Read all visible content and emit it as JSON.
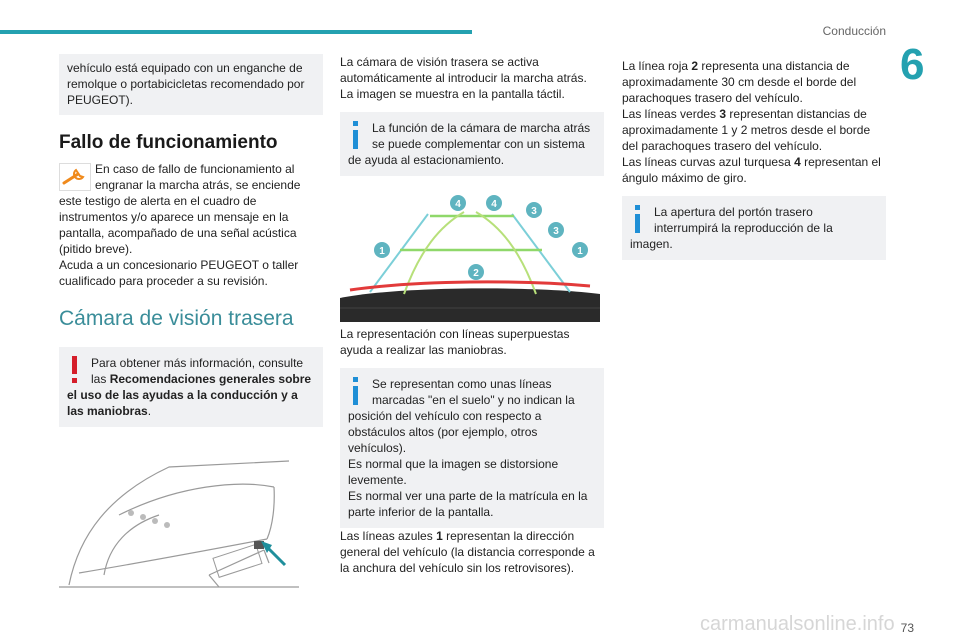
{
  "header": {
    "section_title": "Conducción",
    "chapter_number": "6",
    "page_number": "73"
  },
  "col1": {
    "intro_box_lines": [
      "vehículo está equipado con un enganche de",
      "remolque o portabicicletas recomendado por",
      "PEUGEOT)."
    ],
    "fallo_heading": "Fallo de funcionamiento",
    "fallo_lines": [
      "En caso de fallo de funcionamiento al",
      "engranar la marcha atrás, se enciende",
      "este testigo de alerta en el cuadro de",
      "instrumentos y/o aparece un mensaje en la",
      "pantalla, acompañado de una señal acústica",
      "(pitido breve).",
      "Acuda a un concesionario PEUGEOT o taller",
      "cualificado para proceder a su revisión."
    ],
    "camara_heading": "Cámara de visión trasera",
    "warn_line1": "Para obtener más información, consulte",
    "warn_line2_pre": "las ",
    "warn_line2_bold": "Recomendaciones generales sobre",
    "warn_line3_bold": "el uso de las ayudas a la conducción y a",
    "warn_line4_bold": "las maniobras",
    "warn_line4_post": "."
  },
  "col2": {
    "intro_lines": [
      "La cámara de visión trasera se activa",
      "automáticamente al introducir la marcha atrás.",
      "La imagen se muestra en la pantalla táctil."
    ],
    "info1_lines": [
      "La función de la cámara de marcha atrás",
      "se puede complementar con un sistema",
      "de ayuda al estacionamiento."
    ],
    "diagram_labels": [
      "4",
      "4",
      "3",
      "3",
      "1",
      "1",
      "2"
    ],
    "caption_lines": [
      "La representación con líneas superpuestas",
      "ayuda a realizar las maniobras."
    ],
    "info2_lines": [
      "Se representan como unas líneas",
      "marcadas \"en el suelo\" y no indican la",
      "posición del vehículo con respecto a",
      "obstáculos altos (por ejemplo, otros",
      "vehículos).",
      "Es normal que la imagen se distorsione",
      "levemente.",
      "Es normal ver una parte de la matrícula en la",
      "parte inferior de la pantalla."
    ],
    "blue_line1_pre": "Las líneas azules ",
    "blue_line1_bold": "1",
    "blue_line1_post": " representan la dirección",
    "blue_lines_rest": [
      "general del vehículo (la distancia corresponde a",
      "la anchura del vehículo sin los retrovisores)."
    ]
  },
  "col3": {
    "red_pre": "La línea roja ",
    "red_bold": "2",
    "red_post": " representa una distancia de",
    "red_rest": [
      "aproximadamente 30 cm desde el borde del",
      "parachoques trasero del vehículo."
    ],
    "green_pre": "Las líneas verdes ",
    "green_bold": "3",
    "green_post": " representan distancias de",
    "green_rest": [
      "aproximadamente 1 y 2 metros desde el borde",
      "del parachoques trasero del vehículo."
    ],
    "turq_pre": "Las líneas curvas azul turquesa ",
    "turq_bold": "4",
    "turq_post": " representan el",
    "turq_rest": "ángulo máximo de giro.",
    "info3_lines": [
      "La apertura del portón trasero",
      "interrumpirá la reproducción de la",
      "imagen."
    ]
  },
  "footer": {
    "watermark": "carmanualsonline.info"
  },
  "colors": {
    "accent": "#24a1b0",
    "heading_teal": "#3a8d99",
    "warning_red": "#d51e2a",
    "info_blue": "#1f8fd6",
    "box_bg": "#f0f1f3"
  }
}
